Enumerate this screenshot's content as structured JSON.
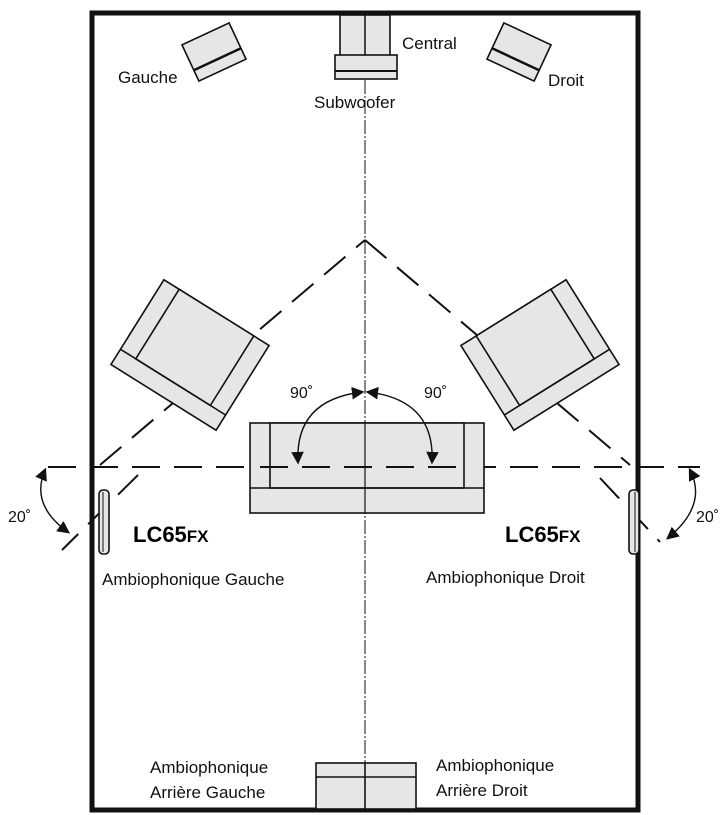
{
  "speakers": {
    "front_left": "Gauche",
    "center": "Central",
    "front_right": "Droit",
    "subwoofer": "Subwoofer",
    "surround_left": "Ambiophonique Gauche",
    "surround_right": "Ambiophonique Droit",
    "rear_left_line1": "Ambiophonique",
    "rear_left_line2": "Arrière Gauche",
    "rear_right_line1": "Ambiophonique",
    "rear_right_line2": "Arrière Droit"
  },
  "model": {
    "left_main": "LC65",
    "left_suffix": "FX",
    "right_main": "LC65",
    "right_suffix": "FX"
  },
  "angles": {
    "left_listening": "90˚",
    "right_listening": "90˚",
    "left_tilt": "20˚",
    "right_tilt": "20˚"
  },
  "colors": {
    "speaker_fill": "#e6e6e6",
    "line": "#111111",
    "room_border": "#111111"
  }
}
